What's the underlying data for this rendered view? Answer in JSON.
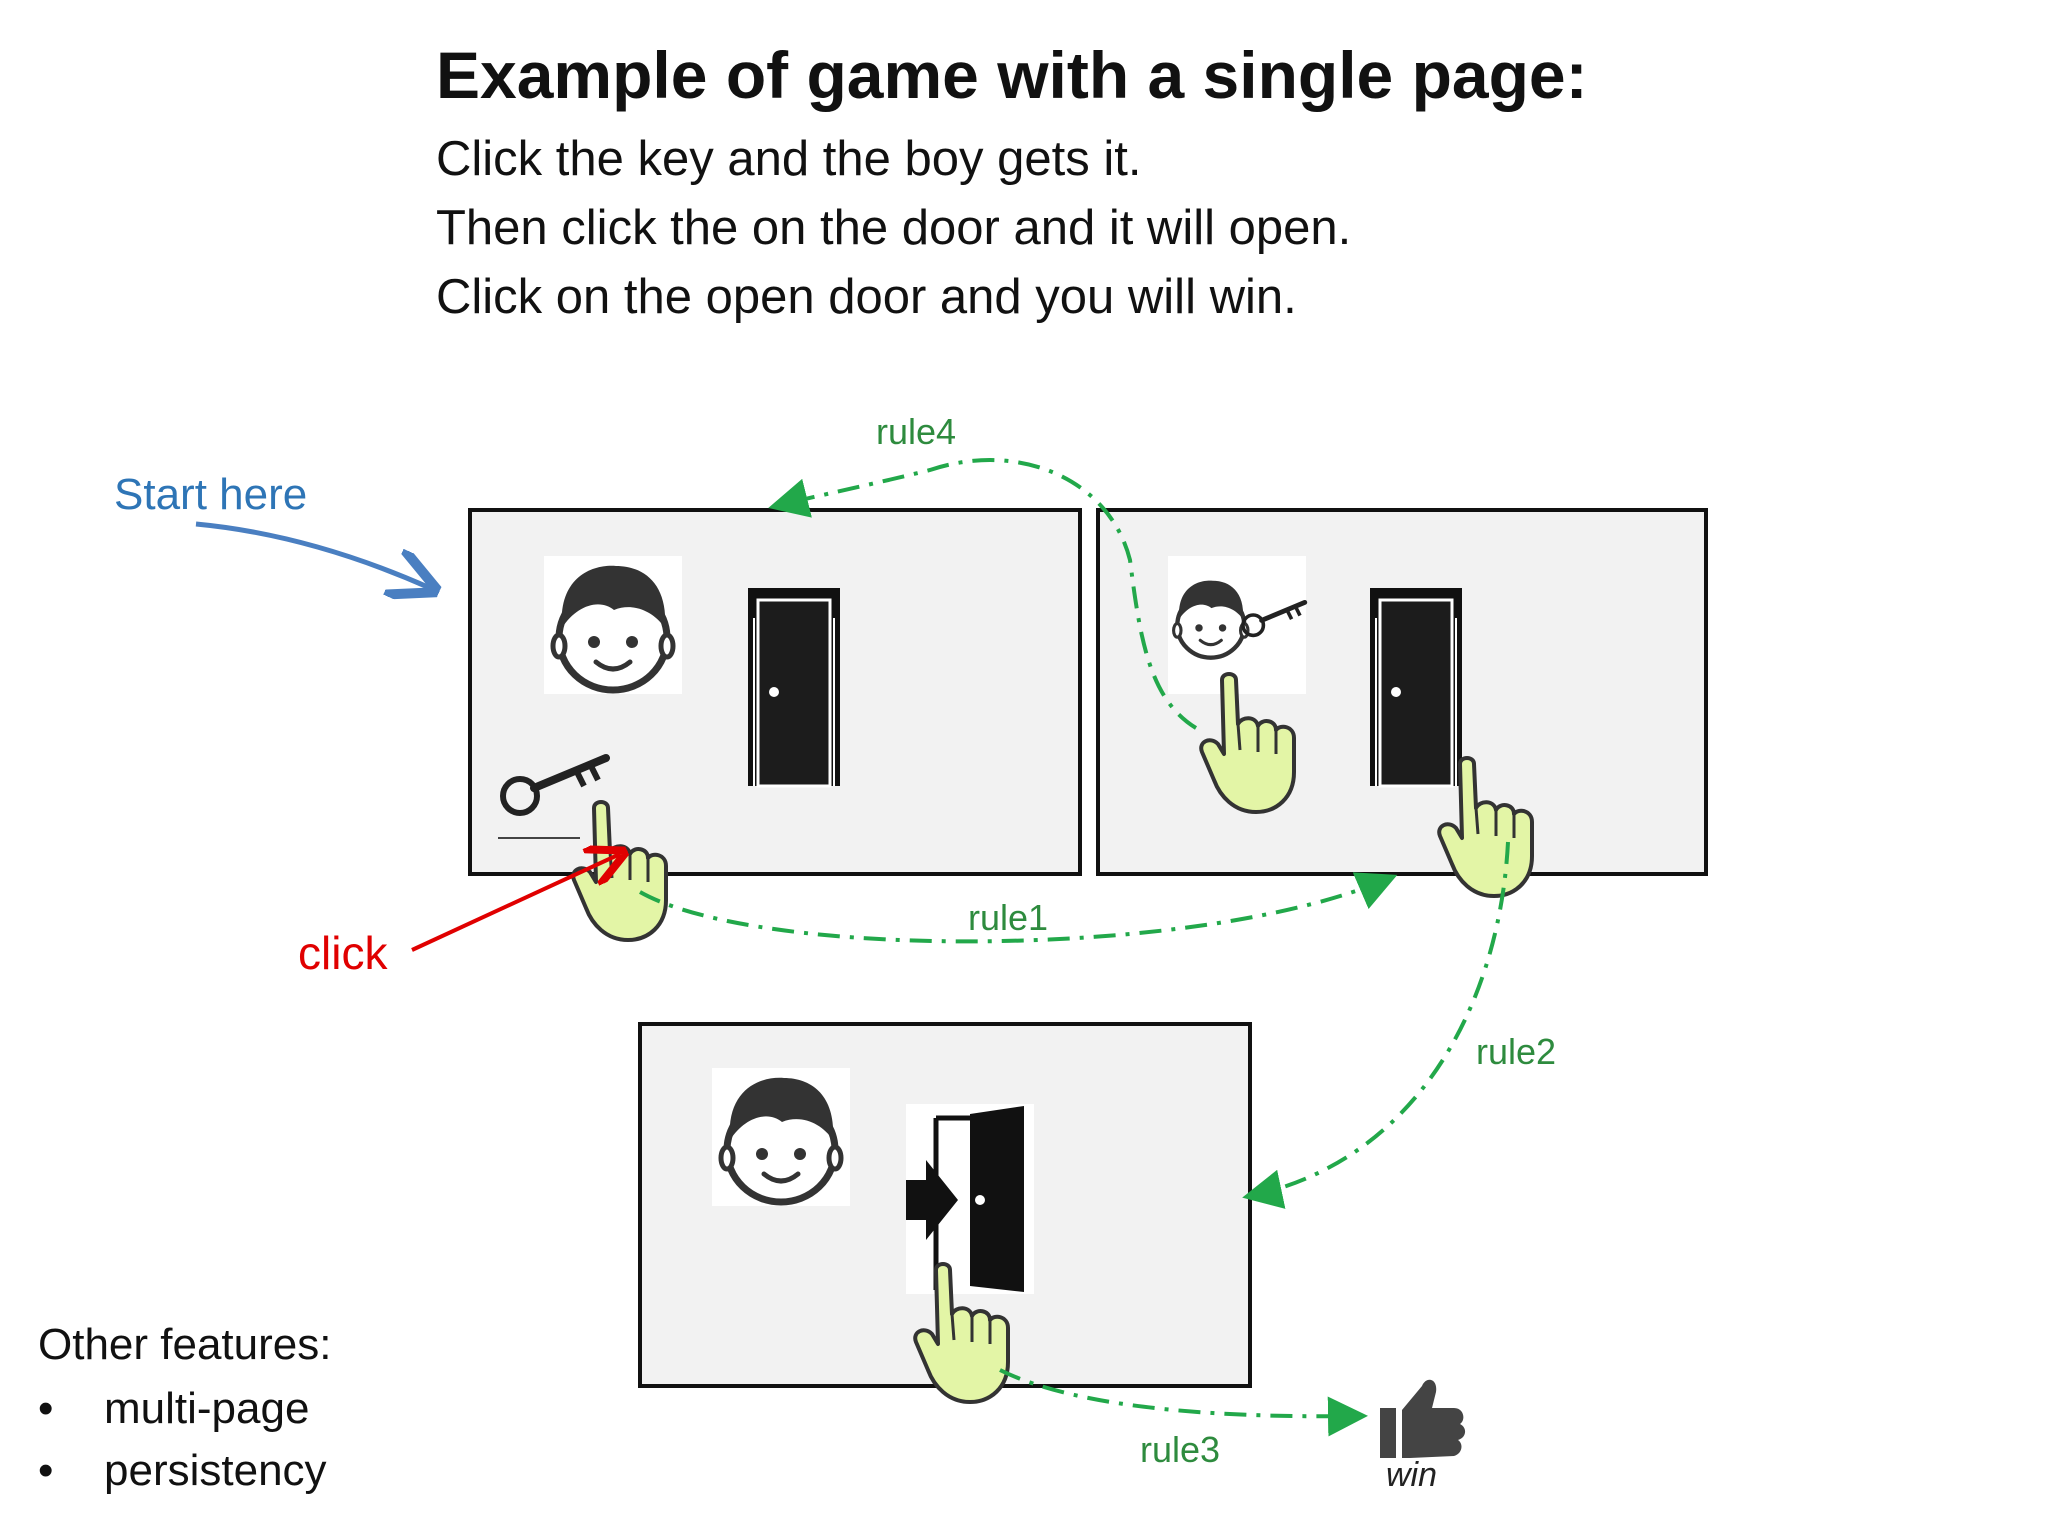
{
  "heading": {
    "title": "Example of game with a single page:",
    "lines": [
      "Click the key and the boy gets it.",
      "Then click the on the door and it will open.",
      "Click on the open door and you will win."
    ]
  },
  "annotations": {
    "start": "Start here",
    "click": "click",
    "win": "win"
  },
  "rules": [
    "rule1",
    "rule2",
    "rule3",
    "rule4"
  ],
  "features": {
    "title": "Other features:",
    "items": [
      "multi-page",
      "persistency"
    ]
  },
  "colors": {
    "arrow_green": "#22a84a",
    "start_blue": "#2e75b6",
    "click_red": "#e00000",
    "pointer_fill": "#e3f5a6",
    "panel_fill": "#f2f2f2"
  },
  "icons": [
    "boy-face-icon",
    "door-closed-icon",
    "door-open-icon",
    "key-icon",
    "pointer-hand-icon",
    "thumbs-up-icon"
  ]
}
